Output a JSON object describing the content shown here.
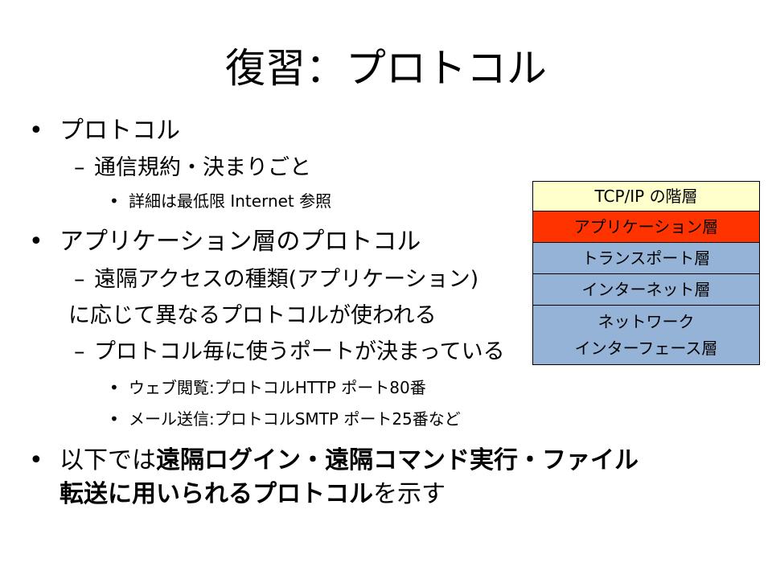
{
  "slide": {
    "title": "復習：プロトコル",
    "bullets": [
      {
        "level": 1,
        "glyph": "•",
        "text": "プロトコル"
      },
      {
        "level": 2,
        "glyph": "–",
        "text": "通信規約・決まりごと"
      },
      {
        "level": 3,
        "glyph": "•",
        "text": "詳細は最低限 Internet 参照"
      },
      {
        "level": 1,
        "glyph": "•",
        "text": "アプリケーション層のプロトコル"
      },
      {
        "level": 2,
        "glyph": "–",
        "text": "遠隔アクセスの種類(アプリケーション)"
      },
      {
        "level": 2,
        "glyph": "",
        "text": "に応じて異なるプロトコルが使われる"
      },
      {
        "level": 2,
        "glyph": "–",
        "text": "プロトコル毎に使うポートが決まっている"
      },
      {
        "level": 3,
        "glyph": "•",
        "text": "ウェブ閲覧:プロトコルHTTP ポート80番"
      },
      {
        "level": 3,
        "glyph": "•",
        "text": "メール送信:プロトコルSMTP ポート25番など"
      }
    ],
    "summary": {
      "glyph": "•",
      "line1_plain": "以下では",
      "line1_bold": "遠隔ログイン・遠隔コマンド実行・ファイル",
      "line2_bold": "転送に用いられるプロトコル",
      "line2_plain": "を示す"
    }
  },
  "layer_diagram": {
    "header": "TCP/IP の階層",
    "layers": [
      {
        "label": "アプリケーション層",
        "color": "#ff3300"
      },
      {
        "label": "トランスポート層",
        "color": "#95b3d7"
      },
      {
        "label": "インターネット層",
        "color": "#95b3d7"
      },
      {
        "label_line1": "ネットワーク",
        "label_line2": "インターフェース層",
        "color": "#95b3d7"
      }
    ],
    "header_color": "#ffffcc"
  }
}
